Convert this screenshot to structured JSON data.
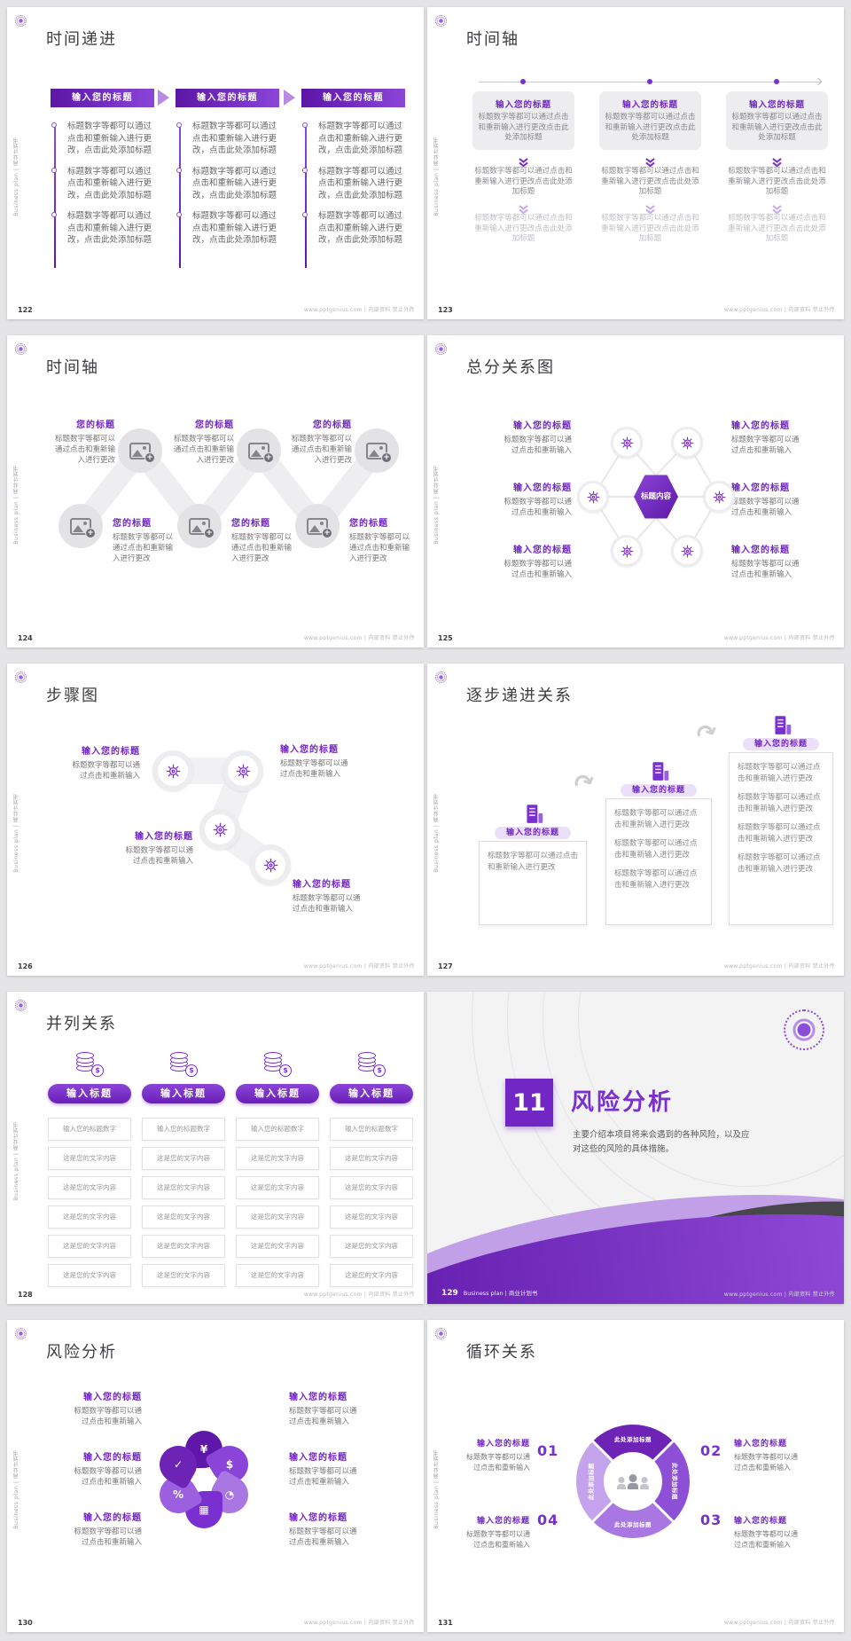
{
  "ui": {
    "site_footer": "www.pptgenius.com | 内部资料 禁止外传",
    "sidebar_text": "Business plan | 商业计划书"
  },
  "strings": {
    "enter_title": "输入您的标题",
    "your_title": "您的标题",
    "enter_title_short": "输入标题",
    "hex_center": "标题内容",
    "arc_label": "此处添加标题",
    "body_long": "标题数字等都可以通过点击和重新输入进行更改，点击此处添加标题",
    "body_long2": "标题数字等都可以通过点击和重新输入进行更改点击此处添加标题",
    "body_mid": "标题数字等都可以通过点击和重新输入进行更改",
    "body_short": "标题数字等都可以通过点击和重新输入",
    "cell_header": "输入您的标题数字",
    "cell_body": "这是您的文字内容"
  },
  "icons": {
    "money_bag": "¥",
    "dollar_coin": "$",
    "pie_chart": "◔",
    "calculator": "▦",
    "check": "✓",
    "percent": "%",
    "curved_arrow": "↷",
    "plus": "+"
  },
  "colors": {
    "primary": "#7226c3",
    "primary_dark": "#5e17a8",
    "primary_light": "#a877e2"
  },
  "slides": {
    "s122": {
      "page": "122",
      "title": "时间递进"
    },
    "s123": {
      "page": "123",
      "title": "时间轴"
    },
    "s124": {
      "page": "124",
      "title": "时间轴"
    },
    "s125": {
      "page": "125",
      "title": "总分关系图"
    },
    "s126": {
      "page": "126",
      "title": "步骤图"
    },
    "s127": {
      "page": "127",
      "title": "逐步递进关系"
    },
    "s128": {
      "page": "128",
      "title": "并列关系"
    },
    "s129": {
      "page": "129",
      "chapter_number": "11",
      "title": "风险分析",
      "description": "主要介绍本项目将来会遇到的各种风险，以及应对这些的风险的具体措施。",
      "footer_brand": "Business plan | 商业计划书"
    },
    "s130": {
      "page": "130",
      "title": "风险分析"
    },
    "s131": {
      "page": "131",
      "title": "循环关系",
      "numbers": [
        "01",
        "02",
        "03",
        "04"
      ]
    }
  }
}
